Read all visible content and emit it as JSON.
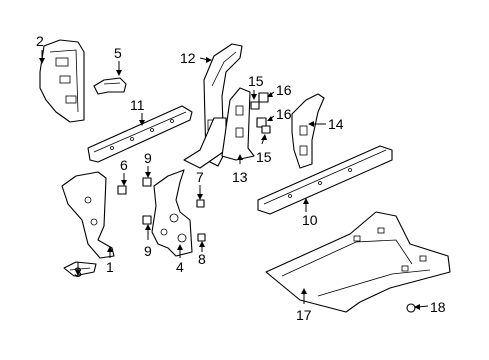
{
  "callouts": {
    "c1": "1",
    "c2": "2",
    "c3": "3",
    "c4": "4",
    "c5": "5",
    "c6": "6",
    "c7": "7",
    "c8": "8",
    "c9a": "9",
    "c9b": "9",
    "c10": "10",
    "c11": "11",
    "c12": "12",
    "c13": "13",
    "c14": "14",
    "c15a": "15",
    "c15b": "15",
    "c16a": "16",
    "c16b": "16",
    "c17": "17",
    "c18": "18"
  }
}
